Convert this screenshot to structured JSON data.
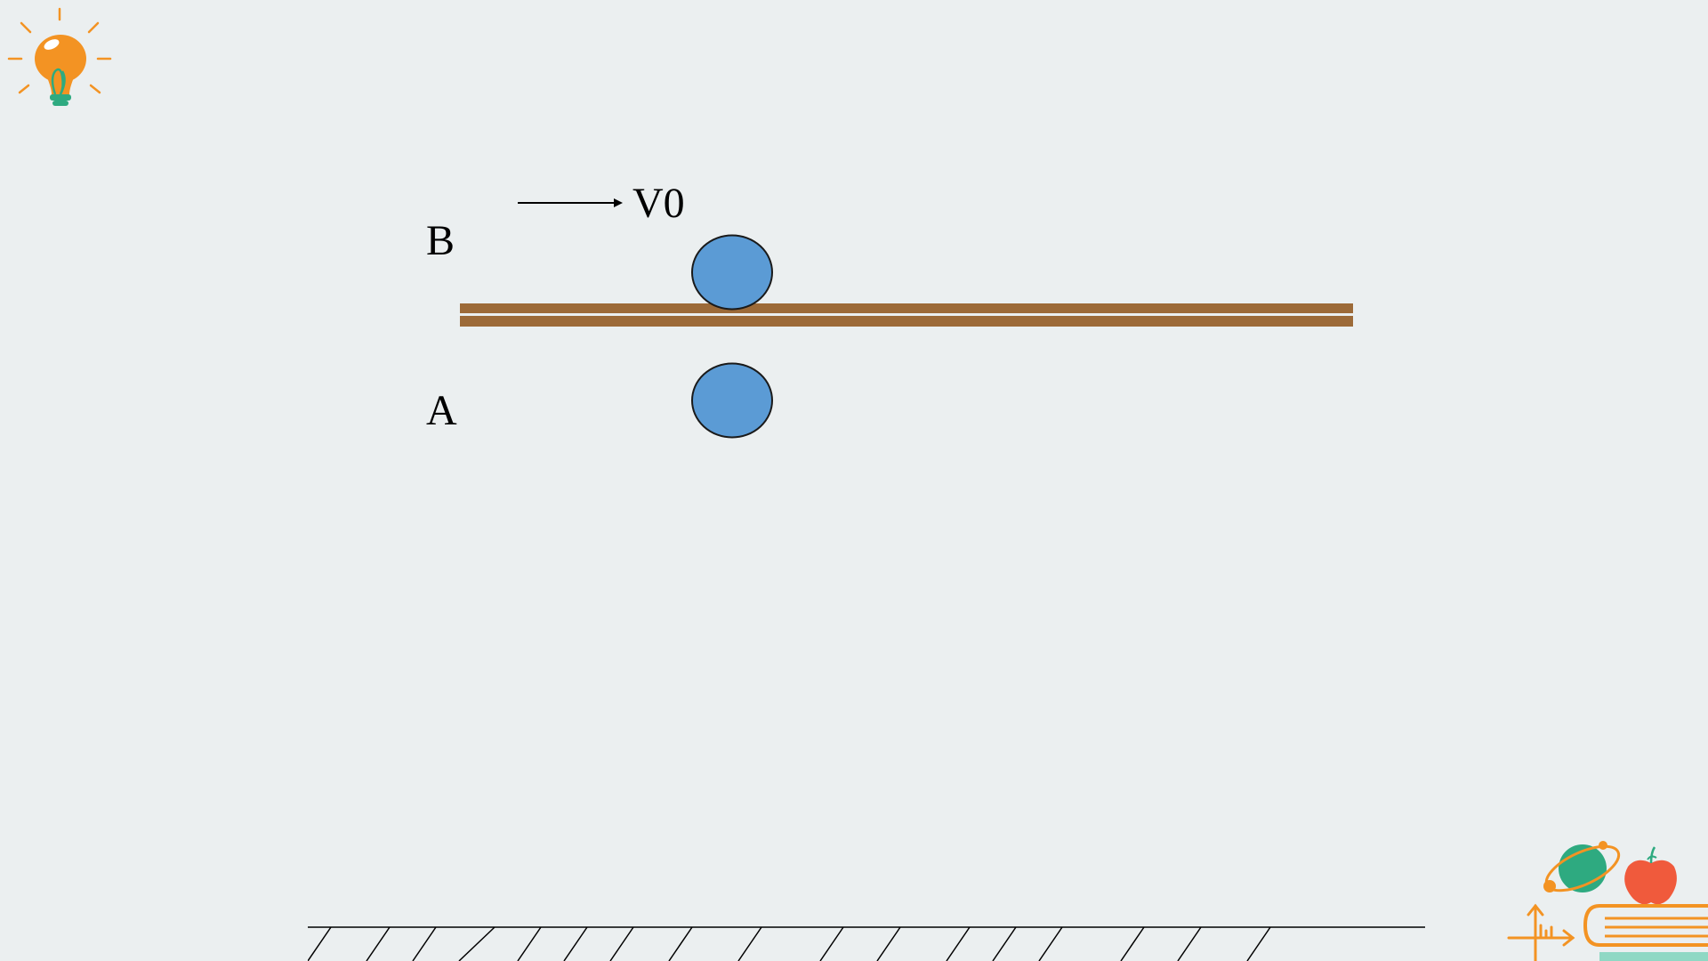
{
  "labels": {
    "b": "B",
    "a": "A",
    "velocity": "V0"
  },
  "colors": {
    "background": "#ebeff0",
    "ball_fill": "#5b9bd5",
    "plank_fill": "#9c6a38",
    "plank_stripe": "#ebeff0",
    "accent_orange": "#f39323",
    "accent_green": "#2eaa80",
    "accent_red": "#f05a3c"
  },
  "icons": {
    "top_left": "lightbulb-icon",
    "bottom_right": "science-books-decoration"
  }
}
